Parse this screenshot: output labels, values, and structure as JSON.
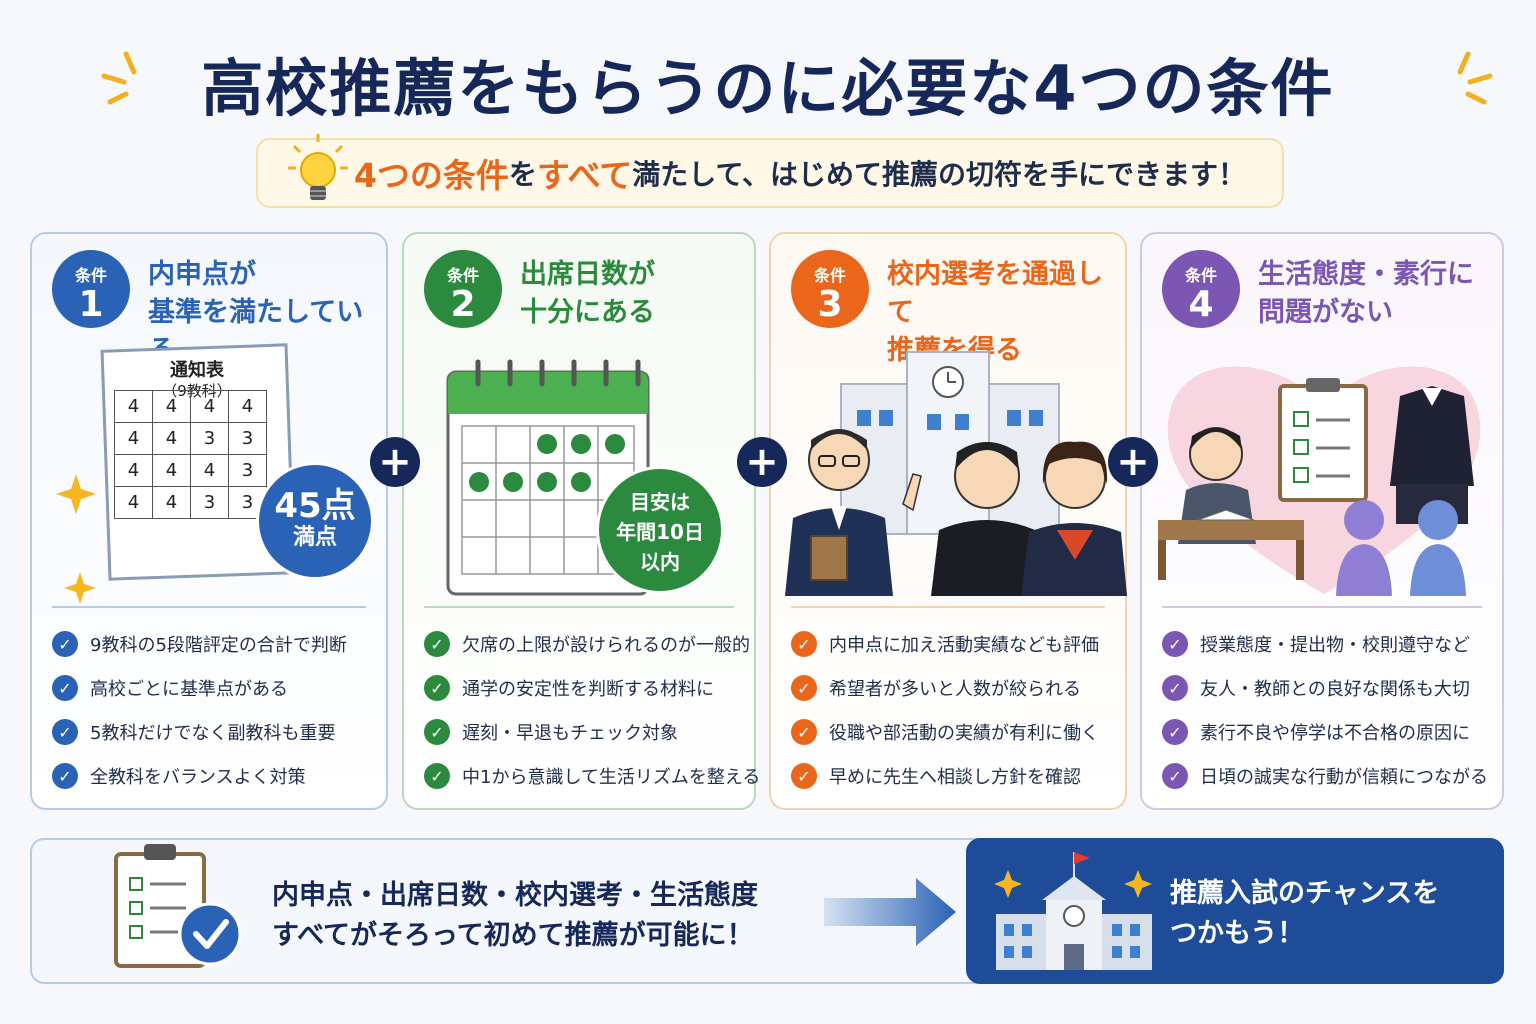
{
  "title": "高校推薦をもらうのに必要な4つの条件",
  "subtitle": {
    "hl1": "4つの条件",
    "mid": "を",
    "hl2": "すべて",
    "rest": "満たして、はじめて推薦の切符を手にできます！"
  },
  "conditions": [
    {
      "badge_label": "条件",
      "badge_num": "1",
      "title_line1": "内申点が",
      "title_line2": "基準を満たしている",
      "color": "#2a62b5",
      "bullets": [
        "9教科の5段階評定の合計で判断",
        "高校ごとに基準点がある",
        "5教科だけでなく副教科も重要",
        "全教科をバランスよく対策"
      ]
    },
    {
      "badge_label": "条件",
      "badge_num": "2",
      "title_line1": "出席日数が",
      "title_line2": "十分にある",
      "color": "#2b8a3e",
      "bullets": [
        "欠席の上限が設けられるのが一般的",
        "通学の安定性を判断する材料に",
        "遅刻・早退もチェック対象",
        "中1から意識して生活リズムを整える"
      ]
    },
    {
      "badge_label": "条件",
      "badge_num": "3",
      "title_line1": "校内選考を通過して",
      "title_line2": "推薦を得る",
      "color": "#e9661b",
      "bullets": [
        "内申点に加え活動実績なども評価",
        "希望者が多いと人数が絞られる",
        "役職や部活動の実績が有利に働く",
        "早めに先生へ相談し方針を確認"
      ]
    },
    {
      "badge_label": "条件",
      "badge_num": "4",
      "title_line1": "生活態度・素行に",
      "title_line2": "問題がない",
      "color": "#7b56b3",
      "bullets": [
        "授業態度・提出物・校則遵守など",
        "友人・教師との良好な関係も大切",
        "素行不良や停学は不合格の原因に",
        "日頃の誠実な行動が信頼につながる"
      ]
    }
  ],
  "report_card": {
    "title": "通知表",
    "subtitle": "（9教科）",
    "rows": [
      [
        "4",
        "4",
        "4",
        "4"
      ],
      [
        "4",
        "4",
        "3",
        "3"
      ],
      [
        "4",
        "4",
        "4",
        "3"
      ],
      [
        "4",
        "4",
        "3",
        "3"
      ]
    ],
    "score_num": "45点",
    "score_label": "満点"
  },
  "attendance_goal": {
    "line1": "目安は",
    "line2": "年間10日",
    "line3": "以内"
  },
  "plus_sign": "+",
  "bottom": {
    "line1": "内申点・出席日数・校内選考・生活態度",
    "line2": "すべてがそろって初めて推薦が可能に！",
    "goal_line1": "推薦入試のチャンスを",
    "goal_line2": "つかもう！"
  },
  "colors": {
    "navy": "#16285a",
    "blue": "#2a62b5",
    "green": "#2b8a3e",
    "orange": "#e9661b",
    "purple": "#7b56b3",
    "highlight": "#e9661b"
  }
}
